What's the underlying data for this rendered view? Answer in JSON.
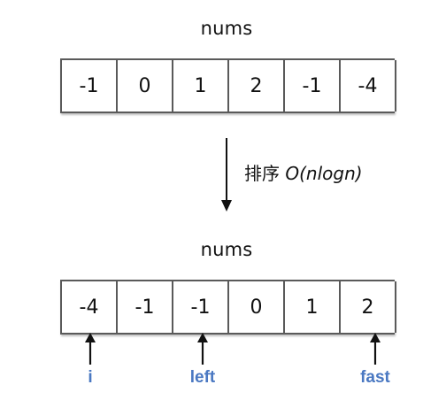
{
  "top": {
    "title": "nums",
    "values": [
      "-1",
      "0",
      "1",
      "2",
      "-1",
      "-4"
    ]
  },
  "sort_step": {
    "label": "排序",
    "complexity": "O(nlogn)"
  },
  "bottom": {
    "title": "nums",
    "values": [
      "-4",
      "-1",
      "-1",
      "0",
      "1",
      "2"
    ]
  },
  "pointers": {
    "i": "i",
    "left": "left",
    "fast": "fast"
  },
  "colors": {
    "pointer_label": "#4a78c2",
    "cell_border": "#5a5a5a"
  }
}
